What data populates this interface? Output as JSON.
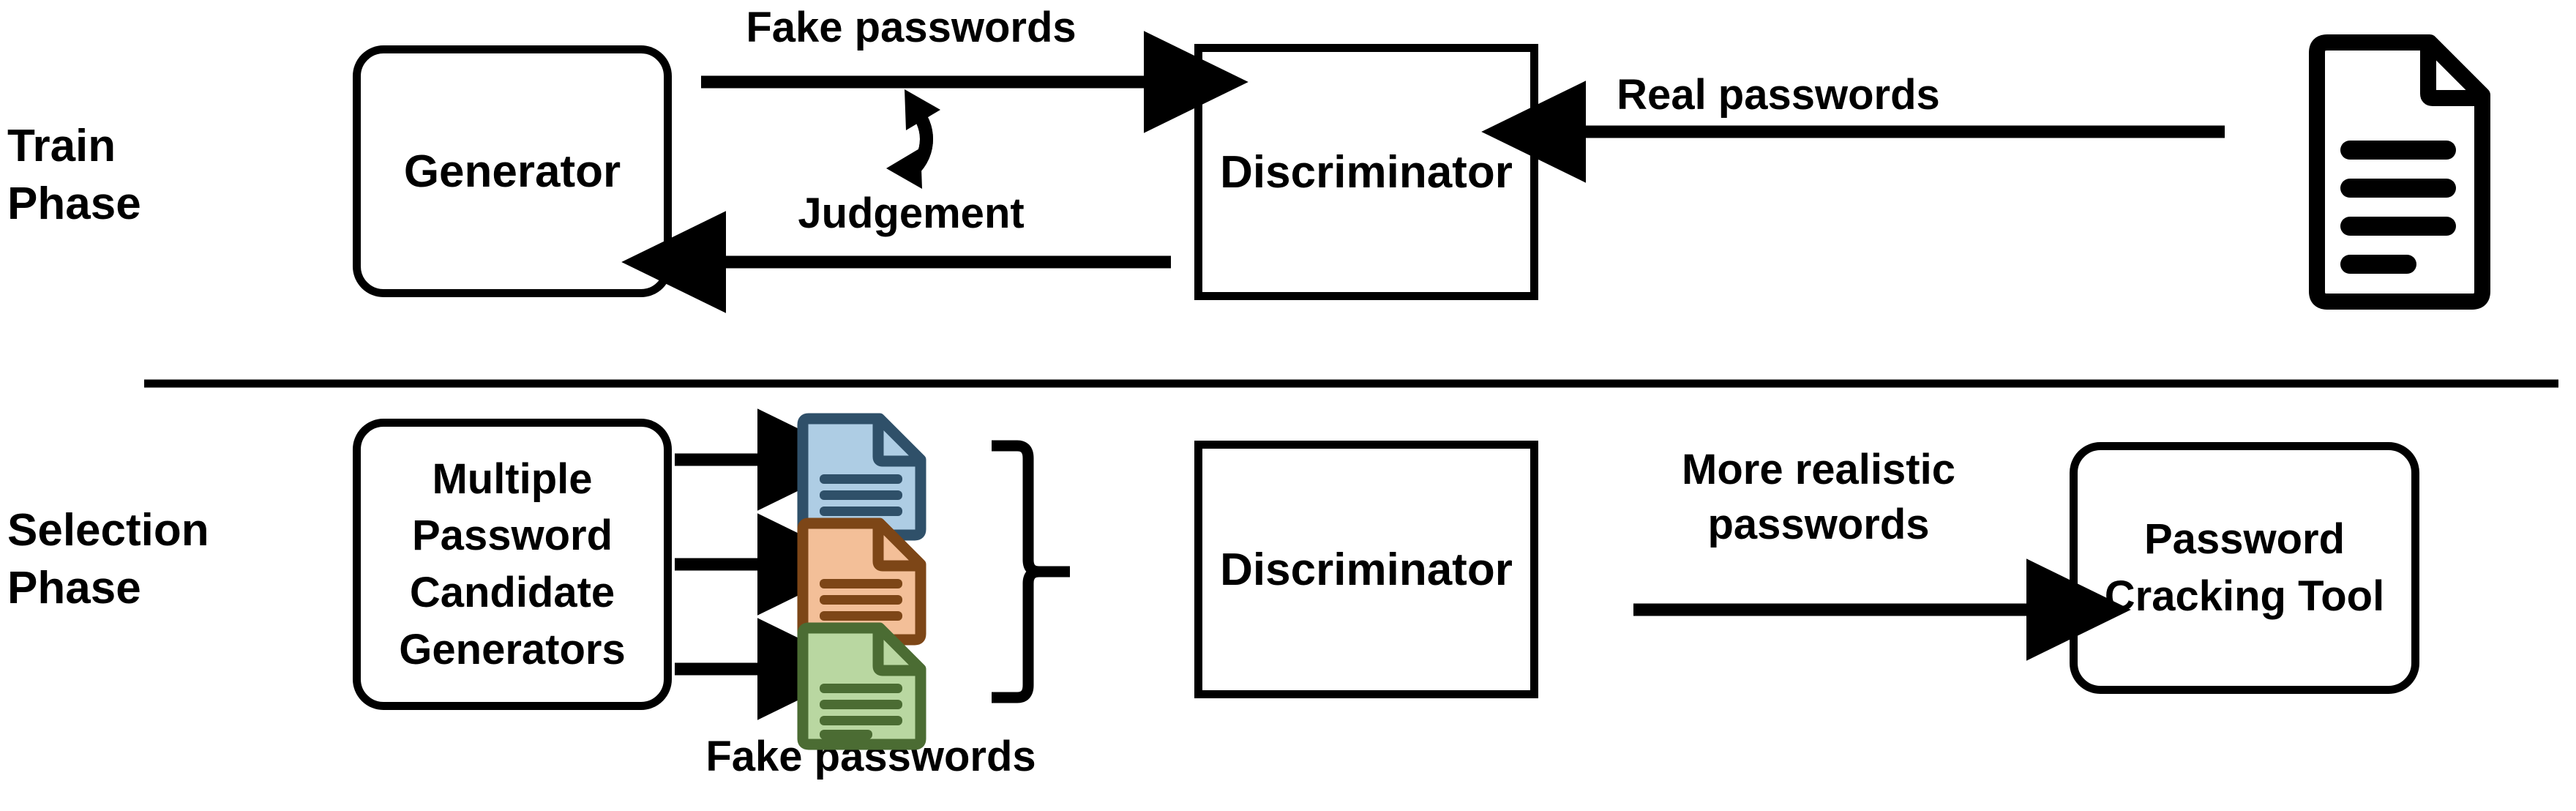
{
  "diagram": {
    "title": "Password GAN train and selection phases",
    "background": "#ffffff",
    "stroke_color": "#000000"
  },
  "phases": [
    {
      "id": "train",
      "label": "Train\nPhase"
    },
    {
      "id": "selection",
      "label": "Selection\nPhase"
    }
  ],
  "nodes": {
    "generator": {
      "label": "Generator",
      "shape": "rounded-rect"
    },
    "discriminator_1": {
      "label": "Discriminator",
      "shape": "rect"
    },
    "multi_generators": {
      "label": "Multiple\nPassword\nCandidate\nGenerators",
      "shape": "rounded-rect"
    },
    "discriminator_2": {
      "label": "Discriminator",
      "shape": "rect"
    },
    "cracking_tool": {
      "label": "Password\nCracking Tool",
      "shape": "rounded-rect"
    }
  },
  "edges": {
    "fake_passwords_top": {
      "label": "Fake passwords",
      "direction": "right"
    },
    "judgement": {
      "label": "Judgement",
      "direction": "left"
    },
    "real_passwords": {
      "label": "Real passwords",
      "direction": "left"
    },
    "fake_passwords_bottom": {
      "label": "Fake passwords",
      "direction": "right"
    },
    "more_realistic": {
      "label": "More realistic\npasswords",
      "direction": "right"
    }
  },
  "icons": {
    "cycle": {
      "name": "cycle-arrows-icon"
    },
    "real_password_file": {
      "name": "document-icon",
      "fill": "#000000",
      "lines": 4
    },
    "fake_password_files": [
      {
        "name": "document-icon-blue",
        "fill": "#aecde4",
        "stroke": "#2f5069",
        "lines": 4
      },
      {
        "name": "document-icon-orange",
        "fill": "#f3bf98",
        "stroke": "#7d4617",
        "lines": 4
      },
      {
        "name": "document-icon-green",
        "fill": "#b9d7a1",
        "stroke": "#4b6c33",
        "lines": 4
      }
    ],
    "brace": {
      "name": "right-curly-brace-icon"
    }
  },
  "divider": {
    "name": "phase-divider-line",
    "color": "#000000"
  }
}
